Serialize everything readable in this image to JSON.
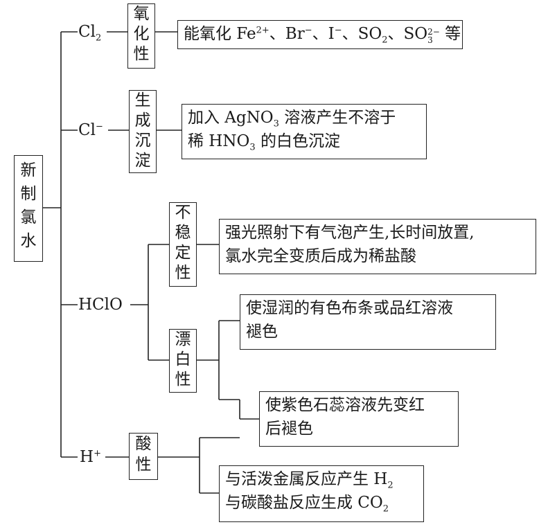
{
  "root": {
    "chars": [
      "新",
      "制",
      "氯",
      "水"
    ]
  },
  "branches": {
    "cl2": {
      "label": "Cl",
      "sub": "2",
      "property": [
        "氧",
        "化",
        "性"
      ],
      "detail": {
        "pre": "能氧化 Fe",
        "fe_sup": "2+",
        "sep1": "、Br",
        "br_sup": "−",
        "sep2": "、I",
        "i_sup": "−",
        "sep3": "、SO",
        "so2_sub": "2",
        "sep4": "、SO",
        "so3_sup": "2−",
        "so3_sub": "3",
        "post": " 等"
      }
    },
    "cl_minus": {
      "label": "Cl",
      "sup": "−",
      "property": [
        "生",
        "成",
        "沉",
        "淀"
      ],
      "detail": {
        "line1_pre": "加入 AgNO",
        "line1_sub": "3",
        "line1_post": " 溶液产生不溶于",
        "line2_pre": "稀 HNO",
        "line2_sub": "3",
        "line2_post": " 的白色沉淀"
      }
    },
    "hclo": {
      "label": "HClO",
      "unstable": {
        "property": [
          "不",
          "稳",
          "定",
          "性"
        ],
        "detail": {
          "line1": "强光照射下有气泡产生,长时间放置,",
          "line2": "氯水完全变质后成为稀盐酸"
        }
      },
      "bleach": {
        "property": [
          "漂",
          "白",
          "性"
        ],
        "detail": {
          "line1": "使湿润的有色布条或品红溶液",
          "line2": "褪色"
        }
      }
    },
    "h_plus": {
      "label": "H",
      "sup": "+",
      "property": [
        "酸",
        "性"
      ],
      "detail_litmus": {
        "line1": "使紫色石蕊溶液先变红",
        "line2": "后褪色"
      },
      "detail_reactions": {
        "line1_pre": "与活泼金属反应产生 H",
        "line1_sub": "2",
        "line2_pre": "与碳酸盐反应生成 CO",
        "line2_sub": "2"
      }
    }
  }
}
